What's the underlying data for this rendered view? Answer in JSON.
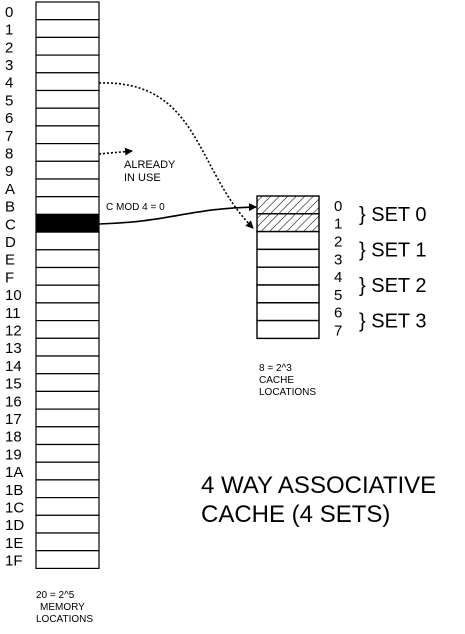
{
  "memory": {
    "addresses": [
      "0",
      "1",
      "2",
      "3",
      "4",
      "5",
      "6",
      "7",
      "8",
      "9",
      "A",
      "B",
      "C",
      "D",
      "E",
      "F",
      "10",
      "11",
      "12",
      "13",
      "14",
      "15",
      "16",
      "17",
      "18",
      "19",
      "1A",
      "1B",
      "1C",
      "1D",
      "1E",
      "1F"
    ],
    "highlighted_index": 12,
    "caption_line1": "20 = 2^5",
    "caption_line2": "MEMORY",
    "caption_line3": "LOCATIONS"
  },
  "cache": {
    "slots": [
      "0",
      "1",
      "2",
      "3",
      "4",
      "5",
      "6",
      "7"
    ],
    "hatched_slots": [
      0,
      1
    ],
    "sets": [
      "} SET 0",
      "} SET 1",
      "} SET 2",
      "} SET 3"
    ],
    "caption_line1": "8 = 2^3",
    "caption_line2": "CACHE",
    "caption_line3": "LOCATIONS"
  },
  "annotations": {
    "already_in_use_line1": "ALREADY",
    "already_in_use_line2": "IN USE",
    "mapping_label": "C MOD 4 = 0"
  },
  "title": {
    "line1": "4 WAY ASSOCIATIVE",
    "line2": "CACHE (4 SETS)"
  },
  "colors": {
    "ink": "#000000",
    "background": "#ffffff"
  }
}
